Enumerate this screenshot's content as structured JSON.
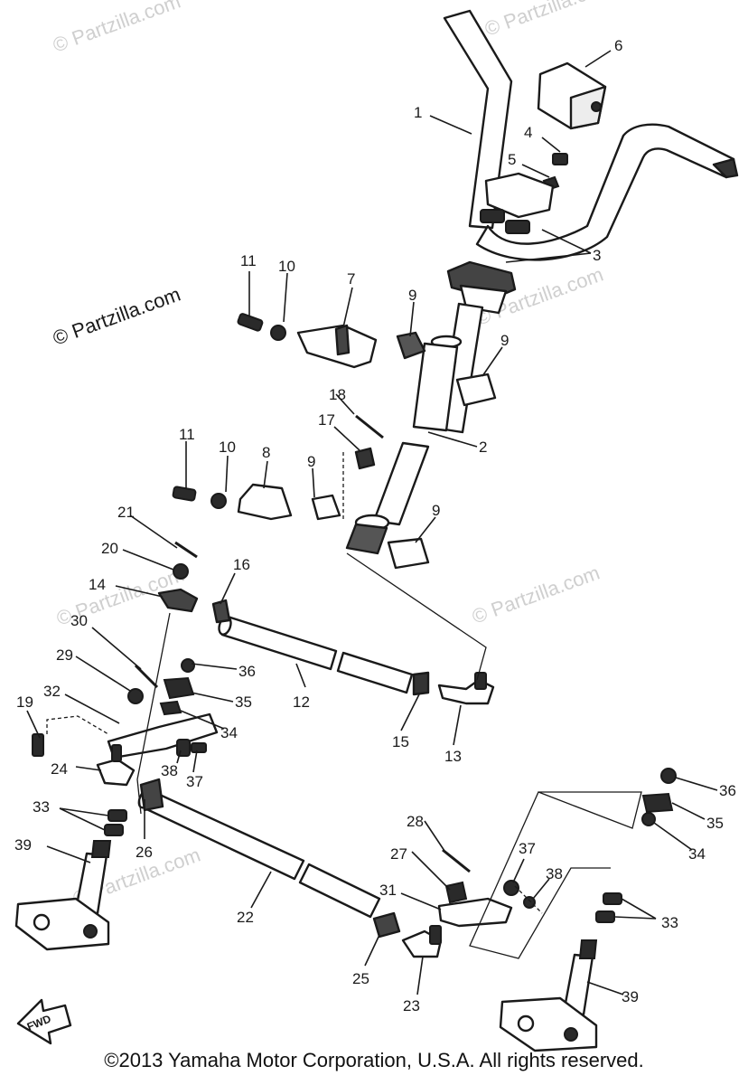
{
  "watermarks": [
    "© Partzilla.com",
    "© Partzilla.com",
    "© Partzilla.com",
    "© Partzilla.com",
    "© Partzilla.com",
    "© Partzilla.com",
    "© Partzilla.com"
  ],
  "callouts": {
    "c1": "1",
    "c2": "2",
    "c3": "3",
    "c4": "4",
    "c5": "5",
    "c6": "6",
    "c7": "7",
    "c8": "8",
    "c9a": "9",
    "c9b": "9",
    "c9c": "9",
    "c9d": "9",
    "c10a": "10",
    "c10b": "10",
    "c11a": "11",
    "c11b": "11",
    "c12": "12",
    "c13": "13",
    "c14": "14",
    "c15": "15",
    "c16": "16",
    "c17": "17",
    "c18": "18",
    "c19": "19",
    "c20": "20",
    "c21": "21",
    "c22": "22",
    "c23": "23",
    "c24": "24",
    "c25": "25",
    "c26": "26",
    "c27": "27",
    "c28": "28",
    "c29": "29",
    "c30": "30",
    "c31": "31",
    "c32": "32",
    "c33a": "33",
    "c33b": "33",
    "c34a": "34",
    "c34b": "34",
    "c35a": "35",
    "c35b": "35",
    "c36a": "36",
    "c36b": "36",
    "c37a": "37",
    "c37b": "37",
    "c38a": "38",
    "c38b": "38",
    "c39a": "39",
    "c39b": "39"
  },
  "fwd_label": "FWD",
  "copyright": "©2013 Yamaha Motor Corporation, U.S.A. All rights reserved."
}
